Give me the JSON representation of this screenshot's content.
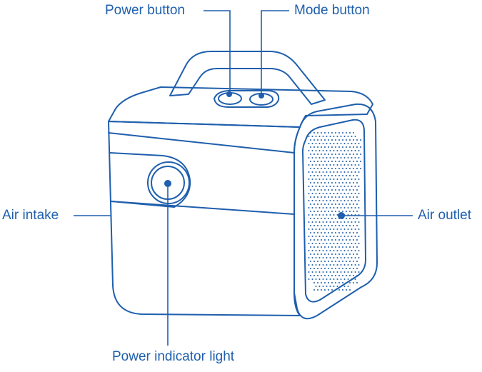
{
  "labels": {
    "power_button": "Power button",
    "mode_button": "Mode button",
    "air_intake": "Air intake",
    "air_outlet": "Air outlet",
    "power_indicator": "Power indicator light"
  },
  "colors": {
    "line": "#1f5fad",
    "text": "#1f5fad",
    "background": "#ffffff"
  }
}
